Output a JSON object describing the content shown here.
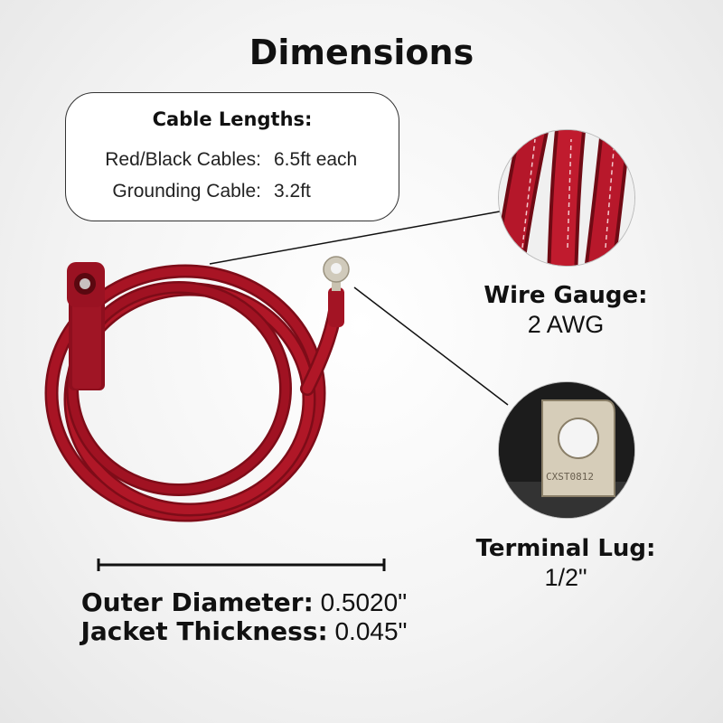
{
  "title": "Dimensions",
  "cable_lengths": {
    "heading": "Cable Lengths:",
    "rows": [
      {
        "label": "Red/Black Cables:",
        "value": "6.5ft each"
      },
      {
        "label": "Grounding Cable:",
        "value": "3.2ft"
      }
    ]
  },
  "wire_gauge": {
    "label": "Wire Gauge:",
    "value": "2 AWG"
  },
  "terminal_lug": {
    "label": "Terminal Lug:",
    "value": "1/2\"",
    "stamp": "CXST0812"
  },
  "outer_diameter": {
    "label": "Outer Diameter:",
    "value": "0.5020\""
  },
  "jacket_thickness": {
    "label": "Jacket Thickness:",
    "value": "0.045\""
  },
  "colors": {
    "cable_red": "#9e1020",
    "accent_dark": "#111111",
    "lug_silver": "#c9c2b0"
  }
}
